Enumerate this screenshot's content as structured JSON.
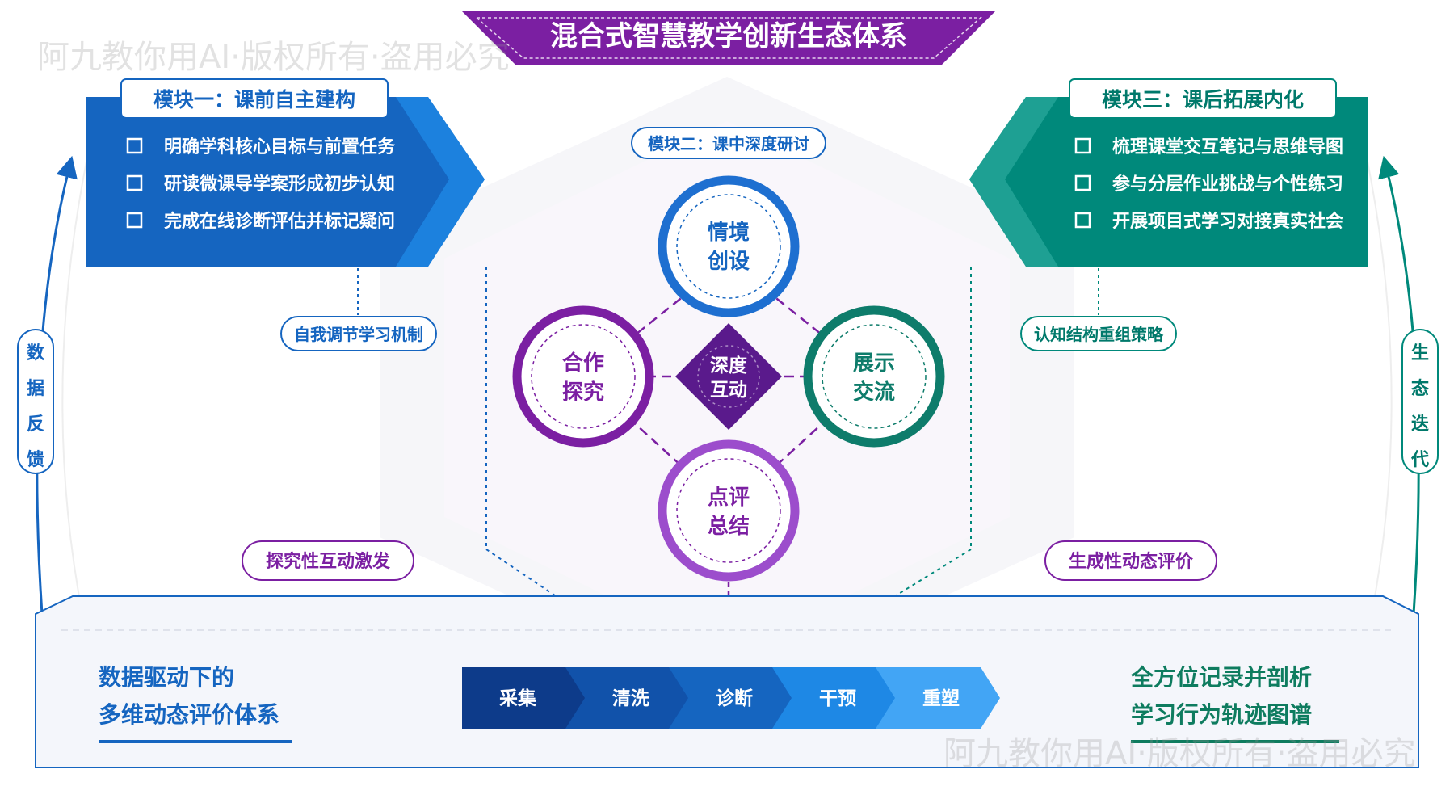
{
  "title": "混合式智慧教学创新生态体系",
  "watermark": "阿九教你用AI·版权所有·盗用必究",
  "colors": {
    "purple": "#7b1fa2",
    "dark_purple": "#5a1a8c",
    "blue": "#1565c0",
    "teal": "#00897b",
    "green": "#0e7c5f",
    "navy": "#0d3b8a"
  },
  "module1": {
    "title": "模块一：课前自主建构",
    "items": [
      "明确学科核心目标与前置任务",
      "研读微课导学案形成初步认知",
      "完成在线诊断评估并标记疑问"
    ]
  },
  "module2": {
    "title": "模块二：课中深度研讨"
  },
  "module3": {
    "title": "模块三：课后拓展内化",
    "items": [
      "梳理课堂交互笔记与思维导图",
      "参与分层作业挑战与个性练习",
      "开展项目式学习对接真实社会"
    ]
  },
  "center": {
    "core": [
      "深度",
      "互动"
    ],
    "top": [
      "情境",
      "创设"
    ],
    "left": [
      "合作",
      "探究"
    ],
    "right": [
      "展示",
      "交流"
    ],
    "bottom": [
      "点评",
      "总结"
    ]
  },
  "tags": {
    "self_regulation": "自我调节学习机制",
    "cognitive": "认知结构重组策略",
    "inquiry": "探究性互动激发",
    "generative": "生成性动态评价"
  },
  "side": {
    "left": [
      "数",
      "据",
      "反",
      "馈"
    ],
    "right": [
      "生",
      "态",
      "迭",
      "代"
    ]
  },
  "bottom": {
    "left_title": [
      "数据驱动下的",
      "多维动态评价体系"
    ],
    "steps": [
      "采集",
      "清洗",
      "诊断",
      "干预",
      "重塑"
    ],
    "right_text": [
      "全方位记录并剖析",
      "学习行为轨迹图谱"
    ]
  }
}
